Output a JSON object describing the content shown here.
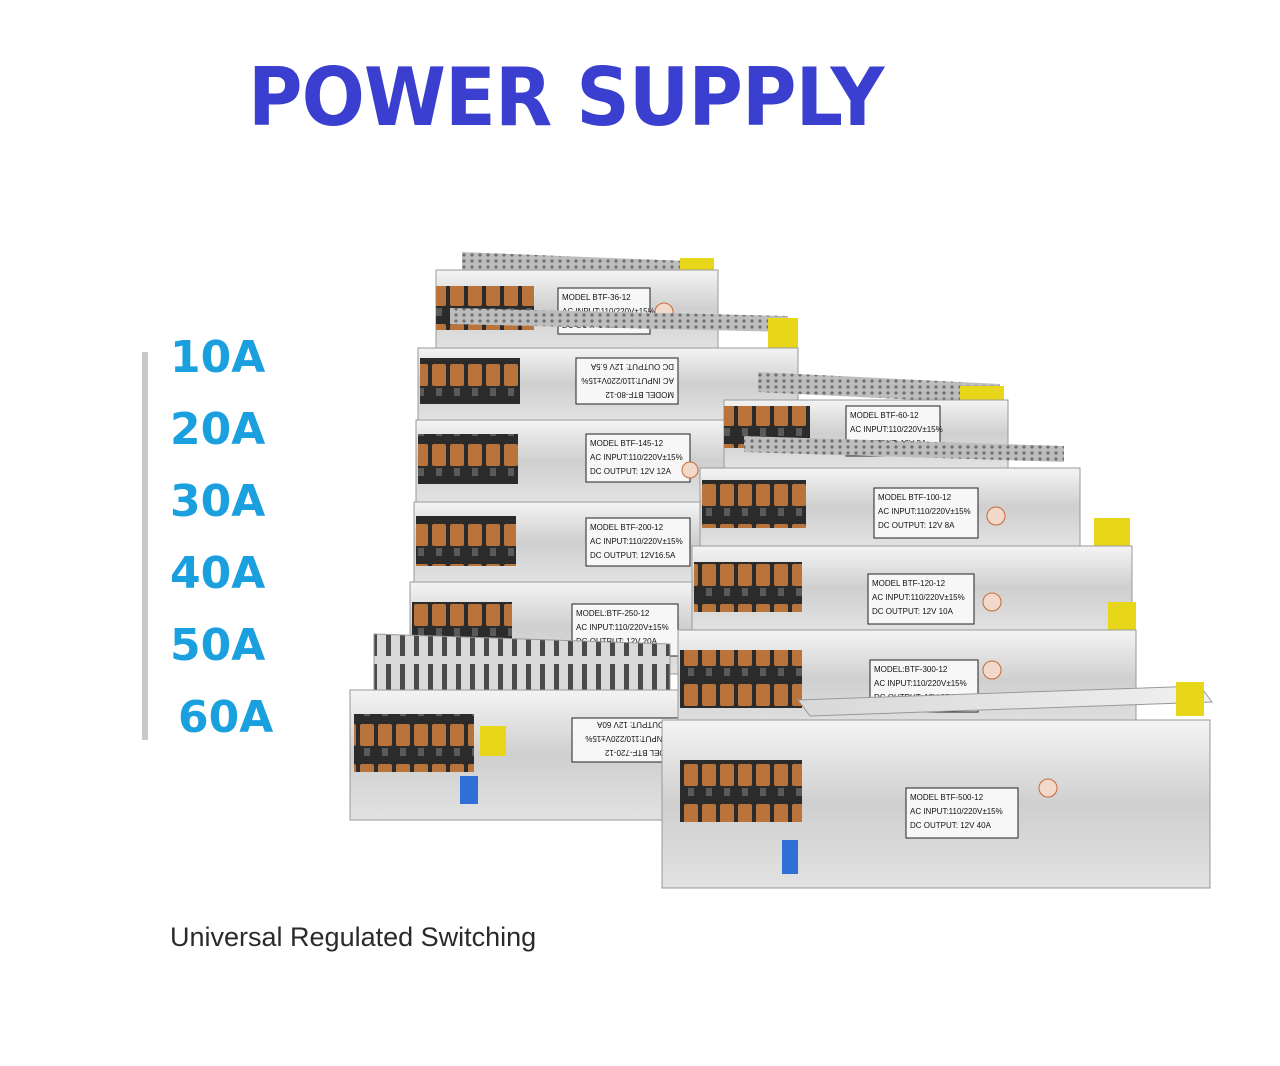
{
  "title": "POWER SUPPLY",
  "amperage_options": [
    "10A",
    "20A",
    "30A",
    "40A",
    "50A",
    "60A"
  ],
  "subtitle": "Universal Regulated Switching",
  "colors": {
    "title": "#3a3fcf",
    "amperage": "#1aa0df",
    "subtitle": "#2a2a2a"
  },
  "units": [
    {
      "model": "MODEL BTF-36-12",
      "input": "AC INPUT:110/220V±15%",
      "output": "DC OUTPUT:12V3A"
    },
    {
      "model": "MODEL BTF-80-12",
      "input": "AC INPUT:110/220V±15%",
      "output": "DC OUTPUT: 12V 6.5A"
    },
    {
      "model": "MODEL BTF-145-12",
      "input": "AC INPUT:110/220V±15%",
      "output": "DC OUTPUT: 12V 12A"
    },
    {
      "model": "MODEL BTF-200-12",
      "input": "AC INPUT:110/220V±15%",
      "output": "DC OUTPUT: 12V16.5A"
    },
    {
      "model": "MODEL:BTF-250-12",
      "input": "AC INPUT:110/220V±15%",
      "output": "DC OUTPUT: 12V 20A"
    },
    {
      "model": "MODEL BTF-720-12",
      "input": "AC INPUT:110/220V±15%",
      "output": "DC OUTPUT: 12V 60A"
    },
    {
      "model": "MODEL BTF-60-12",
      "input": "AC INPUT:110/220V±15%",
      "output": "DC OUTPUT: 12V 5A"
    },
    {
      "model": "MODEL BTF-100-12",
      "input": "AC INPUT:110/220V±15%",
      "output": "DC OUTPUT: 12V 8A"
    },
    {
      "model": "MODEL BTF-120-12",
      "input": "AC INPUT:110/220V±15%",
      "output": "DC OUTPUT: 12V 10A"
    },
    {
      "model": "MODEL:BTF-300-12",
      "input": "AC INPUT:110/220V±15%",
      "output": "DC OUTPUT: 12V 25A"
    },
    {
      "model": "MODEL BTF-500-12",
      "input": "AC INPUT:110/220V±15%",
      "output": "DC OUTPUT: 12V 40A"
    }
  ]
}
